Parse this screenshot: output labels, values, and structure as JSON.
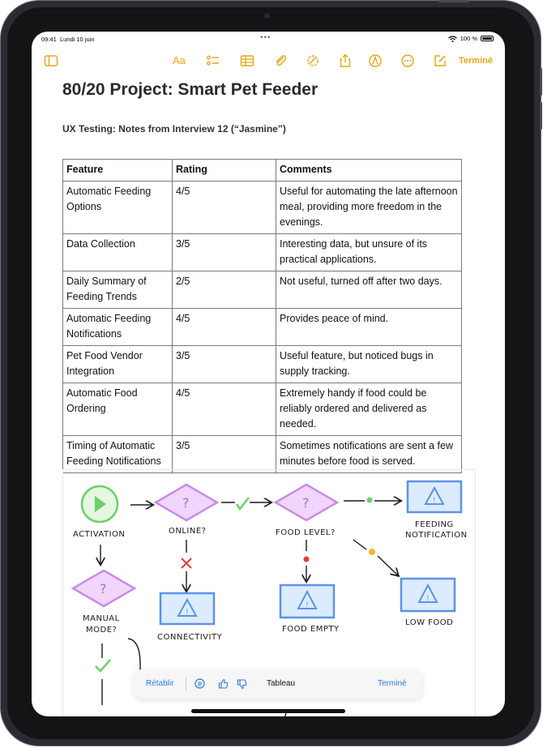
{
  "status": {
    "time": "09:41",
    "date": "Lundi 10 juin",
    "battery": "100 %"
  },
  "toolbar": {
    "text_style": "Aa",
    "done": "Terminé",
    "icons": [
      "sidebar-icon",
      "checklist-icon",
      "table-icon",
      "attachment-icon",
      "markup-icon",
      "share-icon",
      "pencil-tip-icon",
      "more-icon",
      "compose-icon"
    ]
  },
  "note": {
    "title": "80/20 Project: Smart Pet Feeder",
    "subtitle": "UX Testing: Notes from Interview 12 (“Jasmine”)"
  },
  "table": {
    "headers": [
      "Feature",
      "Rating",
      "Comments"
    ],
    "rows": [
      [
        "Automatic Feeding Options",
        "4/5",
        "Useful for automating the late afternoon meal, providing more freedom in the evenings."
      ],
      [
        "Data Collection",
        "3/5",
        "Interesting data, but unsure of its practical applications."
      ],
      [
        "Daily Summary of Feeding Trends",
        "2/5",
        "Not useful, turned off after two days."
      ],
      [
        "Automatic Feeding Notifications",
        "4/5",
        "Provides peace of mind."
      ],
      [
        "Pet Food Vendor Integration",
        "3/5",
        "Useful feature, but noticed bugs in supply tracking."
      ],
      [
        "Automatic Food Ordering",
        "4/5",
        "Extremely handy if food could be reliably ordered and delivered as needed."
      ],
      [
        "Timing of Automatic Feeding Notifications",
        "3/5",
        "Sometimes notifications are sent a few minutes before food is served."
      ]
    ]
  },
  "sketch": {
    "activation": "ACTIVATION",
    "online": "ONLINE?",
    "food_level": "FOOD LEVEL?",
    "feeding_1": "FEEDING",
    "feeding_2": "NOTIFICATION",
    "manual_1": "MANUAL",
    "manual_2": "MODE?",
    "connectivity": "CONNECTIVITY",
    "food_empty": "FOOD EMPTY",
    "low_food": "LOW FOOD",
    "question": "?",
    "warning": "!"
  },
  "floatbar": {
    "redo": "Rétablir",
    "label": "Tableau",
    "done": "Terminé"
  },
  "colors": {
    "accent": "#e3a51a",
    "link": "#2f7ad8",
    "diamond": "#d9a7f0",
    "box": "#5b93e6",
    "go": "#6bcf6a",
    "stop": "#e23b3b"
  }
}
